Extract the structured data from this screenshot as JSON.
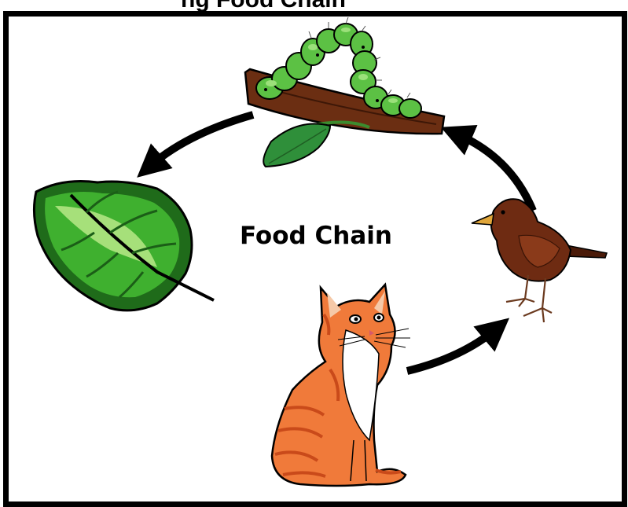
{
  "title": "Food Chain",
  "clipped_heading": "ng Food Chain",
  "organisms": [
    {
      "id": "leaf",
      "icon": "leaf-icon"
    },
    {
      "id": "caterpillar",
      "icon": "caterpillar-icon"
    },
    {
      "id": "bird",
      "icon": "bird-icon"
    },
    {
      "id": "cat",
      "icon": "cat-icon"
    }
  ],
  "arrows": [
    {
      "from": "caterpillar",
      "to": "leaf"
    },
    {
      "from": "bird",
      "to": "caterpillar"
    },
    {
      "from": "cat",
      "to": "bird"
    }
  ],
  "colors": {
    "leaf_dark": "#1f6b1a",
    "leaf_main": "#3fb02f",
    "leaf_light": "#a6e07a",
    "caterpillar": "#5cc144",
    "branch": "#6b2e12",
    "bird": "#6e2b12",
    "cat": "#f07a3a",
    "arrow": "#000000"
  }
}
